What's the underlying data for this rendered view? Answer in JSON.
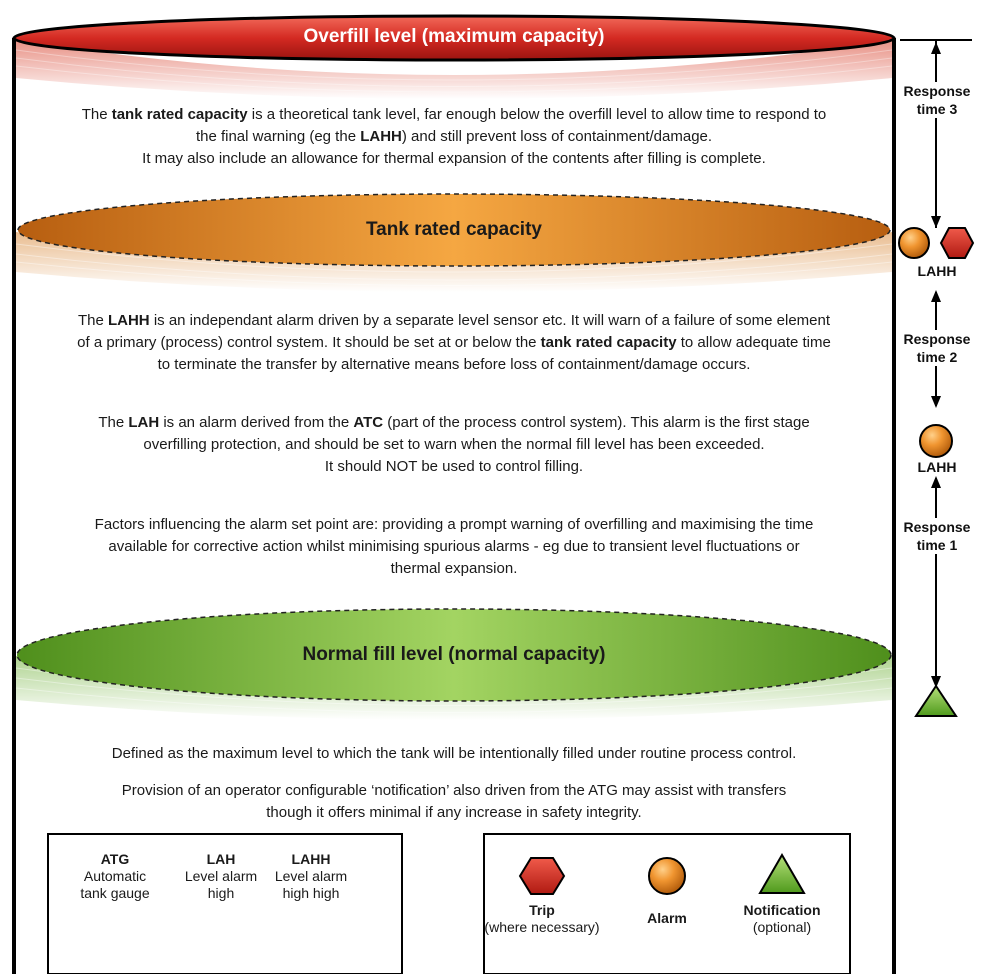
{
  "bands": {
    "overfill": {
      "title": "Overfill level (maximum capacity)",
      "color": "#d42a22"
    },
    "rated": {
      "title": "Tank rated capacity",
      "color": "#ea8a1e"
    },
    "normal": {
      "title": "Normal fill level (normal capacity)",
      "color": "#7cc034"
    }
  },
  "paragraphs": {
    "rated_desc": {
      "l1_a": "The ",
      "l1_b": "tank rated capacity",
      "l1_c": " is a theoretical tank level, far enough below the overfill level to allow time to respond to",
      "l2_a": "the final warning (eg the ",
      "l2_b": "LAHH",
      "l2_c": ") and still prevent loss of containment/damage.",
      "l3": "It may also include an allowance for thermal expansion of the contents after filling is complete."
    },
    "lahh_desc": {
      "l1_a": "The ",
      "l1_b": "LAHH",
      "l1_c": " is an independant alarm driven by a separate level sensor etc. It will warn of a failure of some element",
      "l2_a": "of a primary (process) control system. It should be set at or below the ",
      "l2_b": "tank rated capacity",
      "l2_c": " to allow adequate time",
      "l3": "to terminate the transfer by alternative means before loss of containment/damage occurs."
    },
    "lah_desc": {
      "l1_a": "The ",
      "l1_b": "LAH",
      "l1_c": " is an alarm derived from the ",
      "l1_d": "ATC",
      "l1_e": " (part of the process control system). This alarm is the first stage",
      "l2": "overfilling protection, and should be set to warn when the normal fill level has been exceeded.",
      "l3": "It should NOT be used to control filling."
    },
    "factors": {
      "l1": "Factors influencing the alarm set point are: providing a prompt warning of overfilling and maximising the time",
      "l2": "available for corrective action whilst minimising spurious alarms - eg due to transient level fluctuations or",
      "l3": "thermal expansion."
    },
    "normal_desc": {
      "l1": "Defined as the maximum level to which the tank will be intentionally filled under routine process control."
    },
    "notification_desc": {
      "l1": "Provision of an operator configurable ‘notification’ also driven from the ATG may assist with transfers",
      "l2": "though it offers minimal if any increase in safety integrity."
    }
  },
  "response": {
    "rt3": [
      "Response",
      "time 3"
    ],
    "rt2": [
      "Response",
      "time 2"
    ],
    "rt1": [
      "Response",
      "time 1"
    ],
    "lahh_upper": "LAHH",
    "lahh_lower": "LAHH"
  },
  "abbreviations": [
    {
      "term": "ATG",
      "line1": "Automatic",
      "line2": "tank gauge"
    },
    {
      "term": "LAH",
      "line1": "Level alarm",
      "line2": "high"
    },
    {
      "term": "LAHH",
      "line1": "Level alarm",
      "line2": "high high"
    }
  ],
  "symbols": [
    {
      "name": "Trip",
      "note": "(where necessary)",
      "icon": "red-hexagon",
      "color": "#d42a22"
    },
    {
      "name": "Alarm",
      "note": "",
      "icon": "orange-circle",
      "color": "#e8861c"
    },
    {
      "name": "Notification",
      "note": "(optional)",
      "icon": "green-triangle",
      "color": "#6fb52e"
    }
  ]
}
